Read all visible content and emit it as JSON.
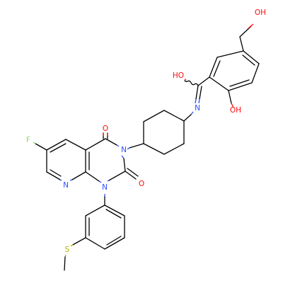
{
  "colors": {
    "bond": "#000000",
    "oxygen": "#ff0d0d",
    "nitrogen": "#3050f8",
    "sulfur": "#b2b200",
    "fluorine": "#90e050",
    "background": "#ffffff"
  },
  "atoms": {
    "ch2oh_oh": "OH",
    "amide_oh": "HO",
    "amide_n": "N",
    "phenol_oh": "OH",
    "c4_oxo": "O",
    "n3": "N",
    "c2_oxo": "O",
    "n1": "N",
    "n8": "N",
    "fluoro": "F",
    "thioether_s": "S"
  }
}
